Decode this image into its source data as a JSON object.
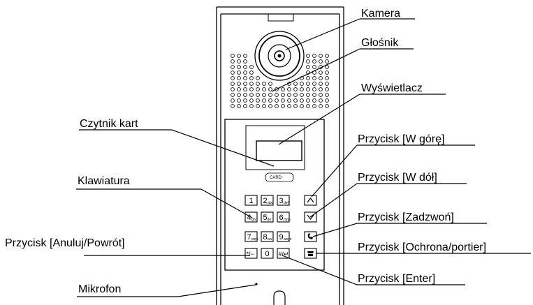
{
  "labels": {
    "kamera": "Kamera",
    "glosnik": "Głośnik",
    "wyswietlacz": "Wyświetlacz",
    "czytnik": "Czytnik kart",
    "w_gore": "Przycisk [W górę]",
    "klawiatura": "Klawiatura",
    "w_dol": "Przycisk [W dół]",
    "zadzwon": "Przycisk [Zadzwoń]",
    "anuluj": "Przycisk [Anuluj/Powrót]",
    "ochrona": "Przycisk [Ochrona/portier]",
    "enter": "Przycisk [Enter]",
    "mikrofon": "Mikrofon"
  },
  "card_logo": "CARD",
  "keypad": {
    "row1": [
      {
        "d": "1",
        "s": ""
      },
      {
        "d": "2",
        "s": "abc"
      },
      {
        "d": "3",
        "s": "def"
      }
    ],
    "row2": [
      {
        "d": "4",
        "s": "ghi"
      },
      {
        "d": "5",
        "s": "jkl"
      },
      {
        "d": "6",
        "s": "mno"
      }
    ],
    "row3": [
      {
        "d": "7",
        "s": "pqrs"
      },
      {
        "d": "8",
        "s": "tuv"
      },
      {
        "d": "9",
        "s": "wxyz"
      }
    ],
    "row4": [
      {
        "d": "*/−",
        "s": ""
      },
      {
        "d": "0",
        "s": ""
      },
      {
        "d": "#/↵",
        "s": ""
      }
    ]
  }
}
